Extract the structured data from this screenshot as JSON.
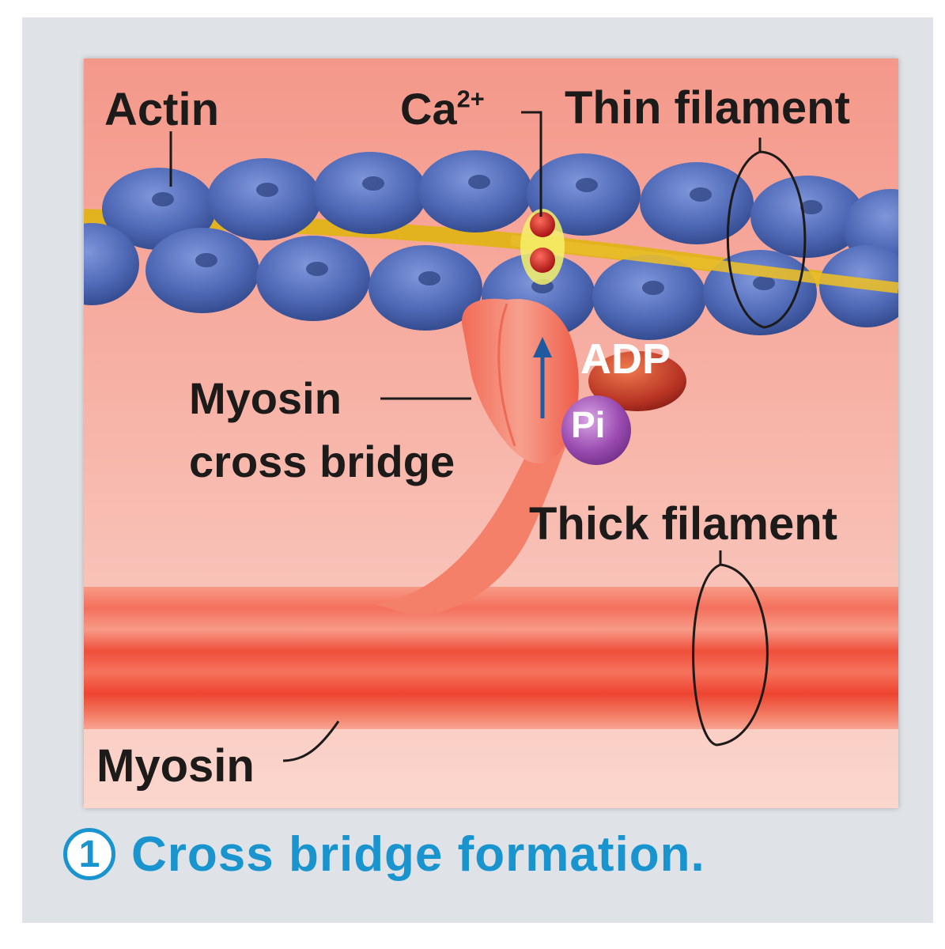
{
  "labels": {
    "actin": "Actin",
    "calcium_base": "Ca",
    "calcium_charge": "2+",
    "thin_filament": "Thin filament",
    "myosin_cross_bridge_line1": "Myosin",
    "myosin_cross_bridge_line2": "cross bridge",
    "adp": "ADP",
    "pi": "Pi",
    "thick_filament": "Thick filament",
    "myosin": "Myosin"
  },
  "caption": {
    "step_number": "1",
    "text": "Cross bridge formation."
  },
  "colors": {
    "accent": "#1994cf",
    "actin": "#4f69b5",
    "tropomyosin": "#e3b21f",
    "calcium": "#c01818",
    "myosin": "#f06a55",
    "adp": "#b23024",
    "pi": "#9a4bb0"
  }
}
